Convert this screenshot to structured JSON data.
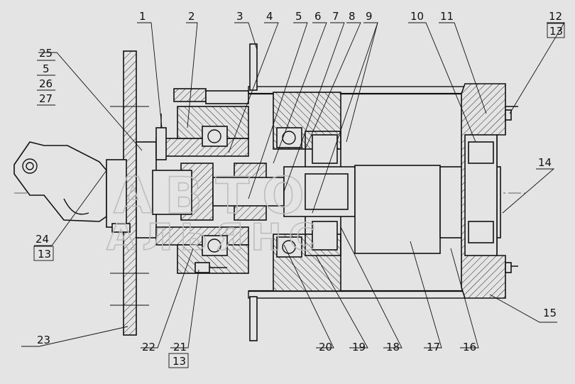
{
  "callouts": [
    {
      "id": "c1",
      "label": "1"
    },
    {
      "id": "c2",
      "label": "2"
    },
    {
      "id": "c3",
      "label": "3"
    },
    {
      "id": "c4",
      "label": "4"
    },
    {
      "id": "c5",
      "label": "5"
    },
    {
      "id": "c6",
      "label": "6"
    },
    {
      "id": "c7",
      "label": "7"
    },
    {
      "id": "c8",
      "label": "8"
    },
    {
      "id": "c9",
      "label": "9"
    },
    {
      "id": "c10",
      "label": "10"
    },
    {
      "id": "c11",
      "label": "11"
    },
    {
      "id": "c12",
      "label": "12",
      "sub": "13"
    },
    {
      "id": "c14",
      "label": "14"
    },
    {
      "id": "c15",
      "label": "15"
    },
    {
      "id": "c16",
      "label": "16"
    },
    {
      "id": "c17",
      "label": "17"
    },
    {
      "id": "c18",
      "label": "18"
    },
    {
      "id": "c19",
      "label": "19"
    },
    {
      "id": "c20",
      "label": "20"
    },
    {
      "id": "c21",
      "label": "21",
      "sub": "13"
    },
    {
      "id": "c22",
      "label": "22"
    },
    {
      "id": "c23",
      "label": "23"
    },
    {
      "id": "c24",
      "label": "24",
      "sub": "13"
    },
    {
      "id": "c25",
      "label": "25",
      "stack": [
        "5",
        "26",
        "27"
      ]
    }
  ],
  "watermark": {
    "line1": "АВТО",
    "line2": "АЛЬЯНС"
  }
}
